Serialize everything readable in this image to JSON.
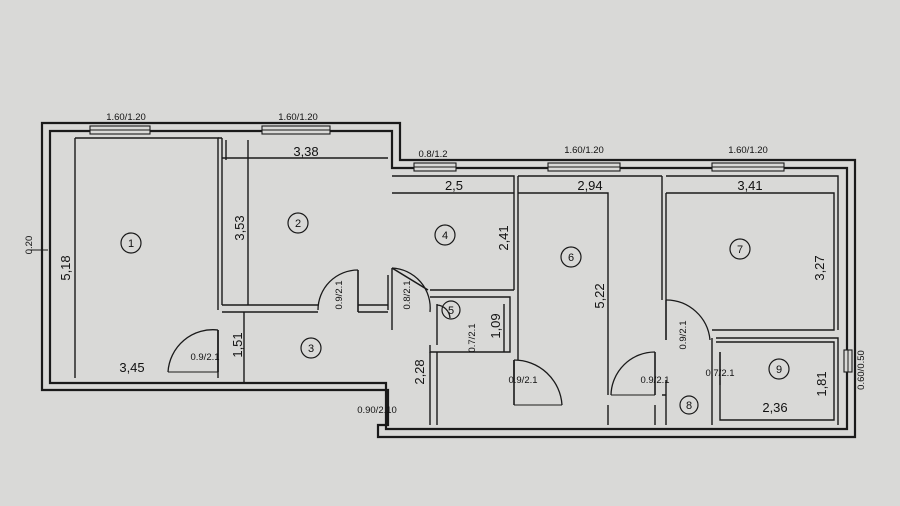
{
  "rooms": [
    {
      "id": "1",
      "num": "1",
      "width": "3,45",
      "height": "5,18"
    },
    {
      "id": "2",
      "num": "2",
      "width": "3,38",
      "height": "3,53"
    },
    {
      "id": "3",
      "num": "3",
      "height": "1,51"
    },
    {
      "id": "4",
      "num": "4",
      "width": "2,5",
      "height": "2,41"
    },
    {
      "id": "5",
      "num": "5",
      "height": "1,09"
    },
    {
      "id": "6",
      "num": "6",
      "width": "2,94",
      "height": "5,22"
    },
    {
      "id": "7",
      "num": "7",
      "width": "3,41",
      "height": "3,27"
    },
    {
      "id": "8",
      "num": "8"
    },
    {
      "id": "9",
      "num": "9",
      "width": "2,36",
      "height": "1,81"
    }
  ],
  "hall_height": "2,28",
  "windows": {
    "room1": "1.60/1.20",
    "room2": "1.60/1.20",
    "room4": "0.8/1.2",
    "room6": "1.60/1.20",
    "room7": "1.60/1.20",
    "room9": "0.60/0.50"
  },
  "doors": {
    "entrance": "0.90/2.10",
    "room1": "0.9/2.1",
    "room2": "0.9/2.1",
    "room4": "0.8/2.1",
    "room5": "0.7/2.1",
    "room6": "0.9/2.1",
    "room7": "0.9/2.1",
    "room8": "0.9/2.1",
    "room9": "0.7/2.1"
  },
  "left_wall_label": "0.20"
}
